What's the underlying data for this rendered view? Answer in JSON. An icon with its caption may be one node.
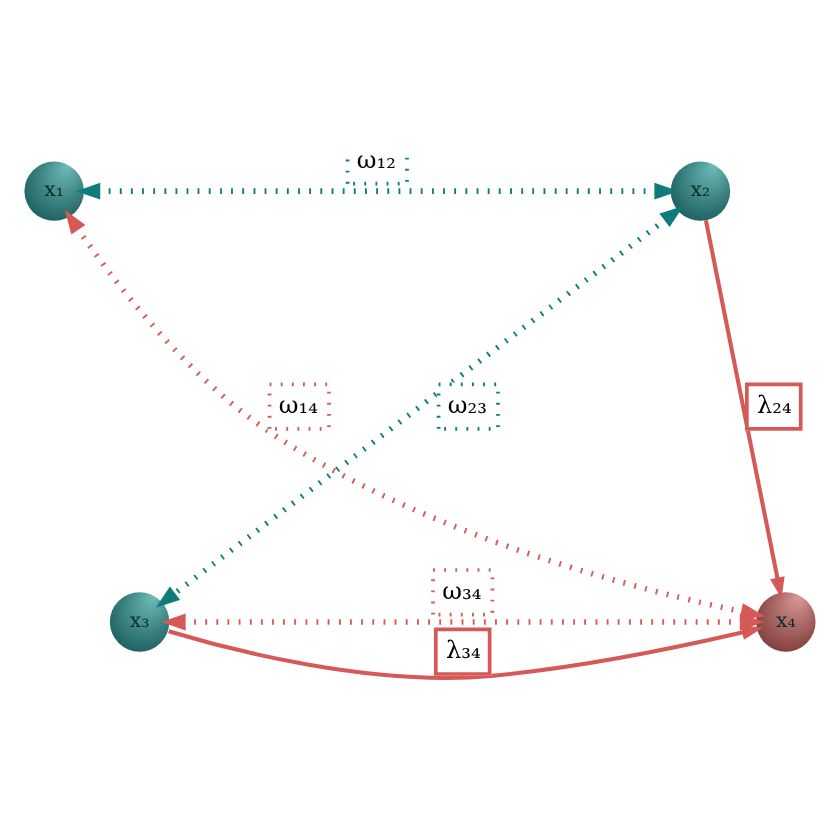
{
  "diagram": {
    "nodes": [
      {
        "text": [
          "x₁"
        ]
      },
      {
        "text": [
          "x₂"
        ]
      },
      {
        "text": [
          "x₃"
        ]
      },
      {
        "text": [
          "x₄"
        ]
      }
    ],
    "edges": [
      {
        "from": 0,
        "to": 1,
        "arrow": "both",
        "label": "ω₁₂",
        "style": "dashed",
        "color": "#0e7c7b"
      },
      {
        "from": 1,
        "to": 2,
        "arrow": "both",
        "label": "ω₂₃",
        "style": "dashed",
        "color": "#0e7c7b"
      },
      {
        "from": 0,
        "to": 3,
        "arrow": "both",
        "label": "ω₁₄",
        "style": "dashed"
      },
      {
        "from": 1,
        "to": 3,
        "arrow": "to",
        "label": "λ₂₄"
      },
      {
        "from": 2,
        "to": 3,
        "arrow": "to",
        "label": "λ₃₄"
      },
      {
        "from": 2,
        "to": 3,
        "arrow": "both",
        "label": "ω₃₄",
        "style": "dashed"
      }
    ]
  }
}
